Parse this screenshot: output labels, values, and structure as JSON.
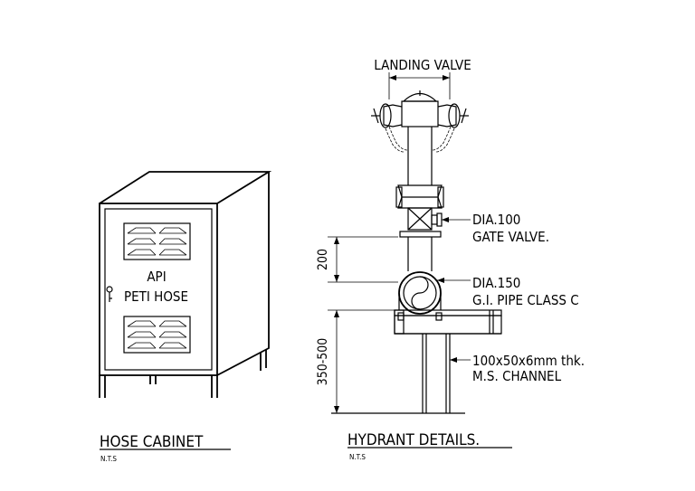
{
  "cabinet": {
    "label_line1": "API",
    "label_line2": "PETI HOSE",
    "title": "HOSE CABINET",
    "scale": "N.T.S"
  },
  "hydrant": {
    "landing_valve": "LANDING VALVE",
    "gate_valve_line1": "DIA.100",
    "gate_valve_line2": "GATE VALVE.",
    "pipe_line1": "DIA.150",
    "pipe_line2": "G.I. PIPE CLASS C",
    "channel_line1": "100x50x6mm thk.",
    "channel_line2": "M.S. CHANNEL",
    "dim_200": "200",
    "dim_350_500": "350-500",
    "title": "HYDRANT DETAILS.",
    "scale": "N.T.S"
  }
}
